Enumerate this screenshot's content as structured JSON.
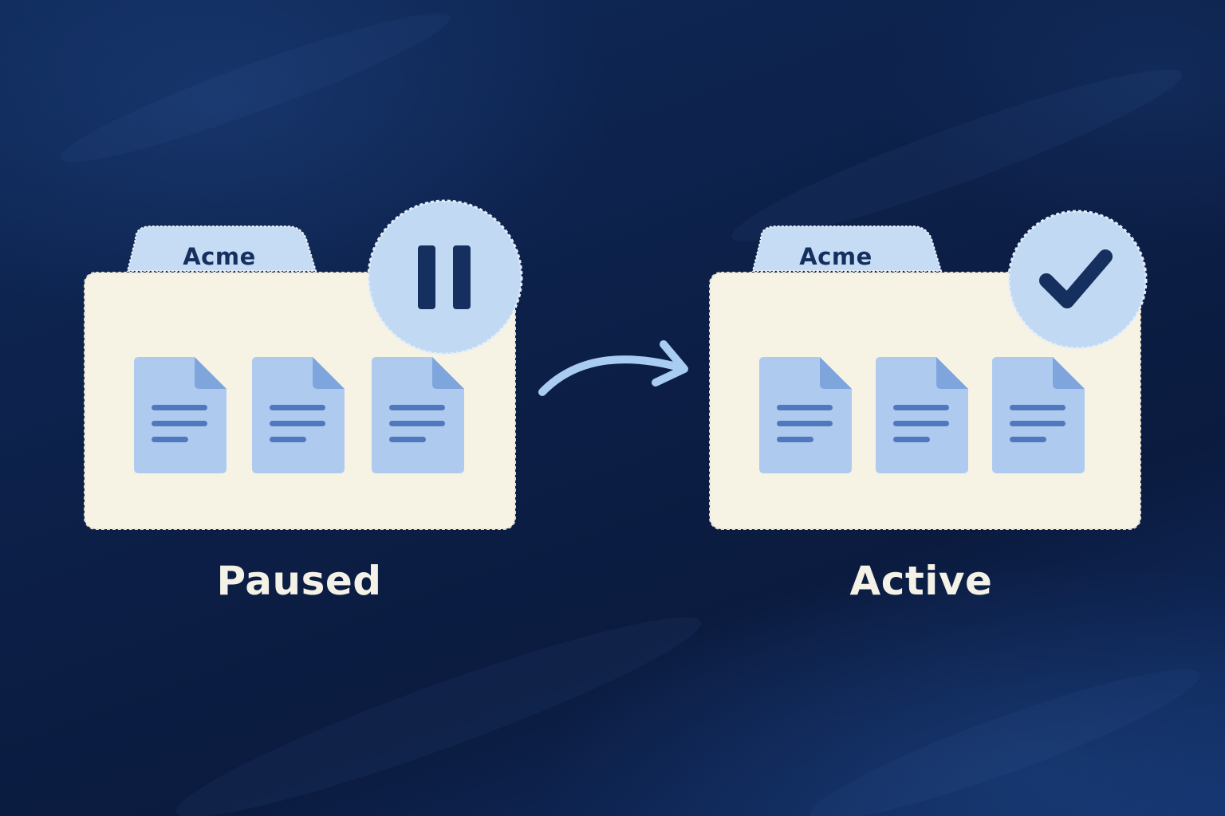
{
  "states": [
    {
      "folder_label": "Acme",
      "state_label": "Paused",
      "badge_icon": "pause-icon"
    },
    {
      "folder_label": "Acme",
      "state_label": "Active",
      "badge_icon": "checkmark-icon"
    }
  ],
  "transition_icon": "arrow-right-icon",
  "colors": {
    "background": "#0d2149",
    "folder_body": "#f7f3e4",
    "folder_tab": "#c6dcf5",
    "document": "#aecbef",
    "document_lines": "#4f78bd",
    "badge": "#c2d9f4",
    "badge_icon": "#15305f",
    "arrow": "#a9ccf2",
    "label_text": "#f4f1e6"
  }
}
